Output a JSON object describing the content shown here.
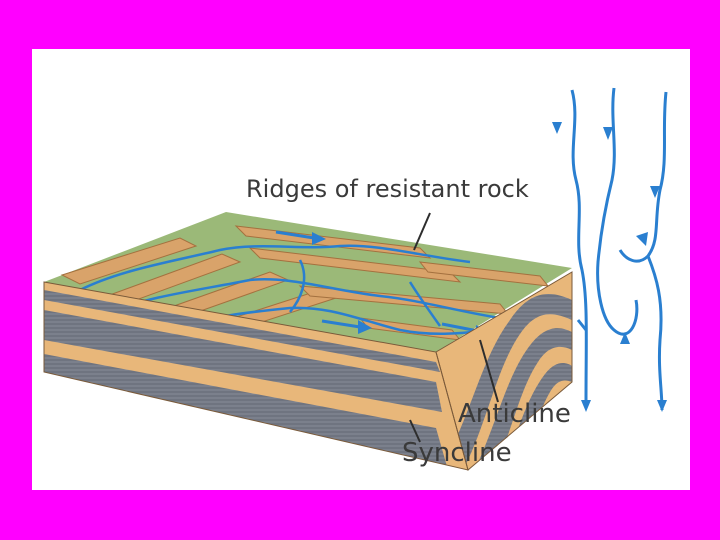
{
  "diagram": {
    "labels": {
      "ridges": "Ridges of resistant rock",
      "anticline": "Anticline",
      "syncline": "Syncline"
    },
    "colors": {
      "background_border": "#ff00ff",
      "panel": "#ffffff",
      "river": "#2a7fd0",
      "vegetation": "#8fb06a",
      "tan_layer": "#e8b77a",
      "gray_layer": "#6f7480",
      "label_text": "#3a3a3a"
    }
  }
}
